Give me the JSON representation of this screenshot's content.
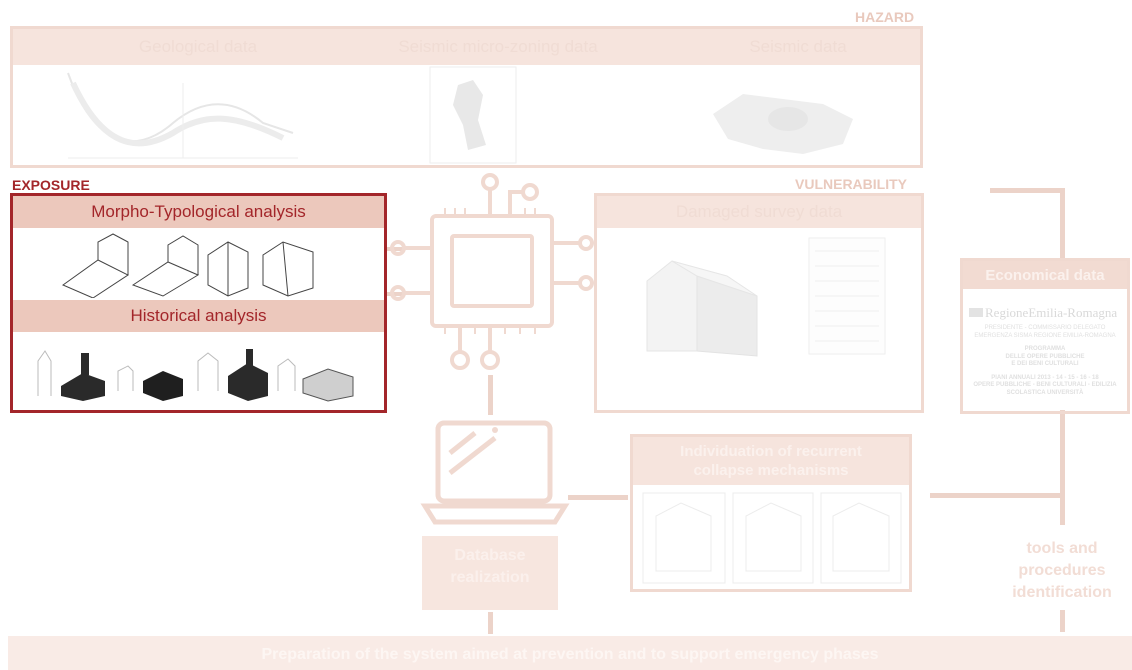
{
  "colors": {
    "accent_dark_red": "#a3262a",
    "faded_frame": "#f0d9d0",
    "faded_band": "#f6e4dd",
    "exposure_band": "#ecc8bc"
  },
  "hazard": {
    "label": "HAZARD",
    "items": [
      "Geological data",
      "Seismic micro-zoning data",
      "Seismic data"
    ]
  },
  "exposure": {
    "label": "EXPOSURE",
    "morpho_title": "Morpho-Typological analysis",
    "historical_title": "Historical analysis"
  },
  "vulnerability": {
    "label": "VULNERABILITY",
    "damaged_title": "Damaged survey data"
  },
  "economical": {
    "title": "Economical data",
    "doc_logo": "RegioneEmilia-Romagna",
    "doc_lines": [
      "PRESIDENTE - COMMISSARIO DELEGATO",
      "EMERGENZA SISMA REGIONE EMILIA-ROMAGNA",
      "PROGRAMMA",
      "DELLE OPERE PUBBLICHE",
      "E DEI BENI CULTURALI",
      "PIANI ANNUALI 2013 - 14 - 15 - 16 - 18",
      "OPERE PUBBLICHE - BENI CULTURALI - EDILIZIA",
      "SCOLASTICA UNIVERSITÀ"
    ]
  },
  "collapse": {
    "title": "Individuation of recurrent collapse mechanisms"
  },
  "database": {
    "title": "Database realization"
  },
  "tools": {
    "title": "tools and procedures identification"
  },
  "bottom": {
    "title": "Preparation of the system aimed at prevention and to support emergency phases"
  }
}
